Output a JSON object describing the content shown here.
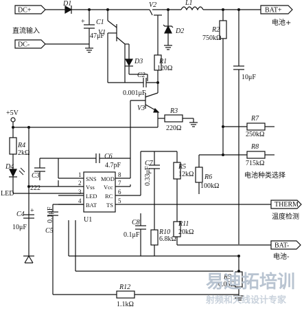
{
  "ports": {
    "dc_plus": "DC+",
    "dc_minus": "DC-",
    "bat_plus": "BAT+",
    "bat_minus": "BAT-",
    "therm": "THERM",
    "supply": "+5V"
  },
  "labels": {
    "dc_input": "直流输入",
    "battery_plus": "电池+",
    "battery_minus": "电池-",
    "battery_type": "电池种类选择",
    "temp_detect": "温度检测",
    "led": "LED",
    "ic_name": "U1"
  },
  "components": {
    "D1": "D1",
    "C1": "C1",
    "C1_val": "47μF",
    "V1": "V1",
    "V2": "V2",
    "V3": "V3",
    "L1": "L1",
    "D2": "D2",
    "D3": "D3",
    "D4": "D4",
    "R1": "R1",
    "R1_val": "120Ω",
    "R2": "R2",
    "R2_val": "750kΩ",
    "C2": "C2",
    "C2_val": "0.001μF",
    "C_out_val": "10μF",
    "R3": "R3",
    "R3_val": "220Ω",
    "R4": "R4",
    "R4_val": "2kΩ",
    "R5": "R5",
    "R5_val": "12kΩ",
    "R6": "R6",
    "R6_val": "100kΩ",
    "R7": "R7",
    "R7_val": "250kΩ",
    "R8": "R8",
    "R8_val": "715kΩ",
    "R9": "R9",
    "R9_val": "0.05Ω",
    "R10": "R10",
    "R10_val": "6.8kΩ",
    "R11": "R11",
    "R11_val": "20kΩ",
    "R12": "R12",
    "R12_val": "1.1kΩ",
    "C3": "C3",
    "C3_val": "222",
    "C4": "C4",
    "C4_val": "10μF",
    "C5": "C5",
    "C5_val": "0.1μF",
    "C6": "C6",
    "C6_val": "4.7pF",
    "C7": "C7",
    "C7_val": "0.33μF",
    "C8": "C8",
    "C8_val": "0.1μF"
  },
  "ic_pins": {
    "p1": "SNS",
    "p2": "Vss",
    "p3": "LED",
    "p4": "BAT",
    "p5": "TS",
    "p6": "RC",
    "p7": "Vcc",
    "p8": "MOD",
    "n1": "1",
    "n2": "2",
    "n3": "3",
    "n4": "4",
    "n5": "5",
    "n6": "6",
    "n7": "7",
    "n8": "8"
  },
  "watermark": {
    "main": "易迪拓培训",
    "sub": "射频和天线设计专家"
  }
}
